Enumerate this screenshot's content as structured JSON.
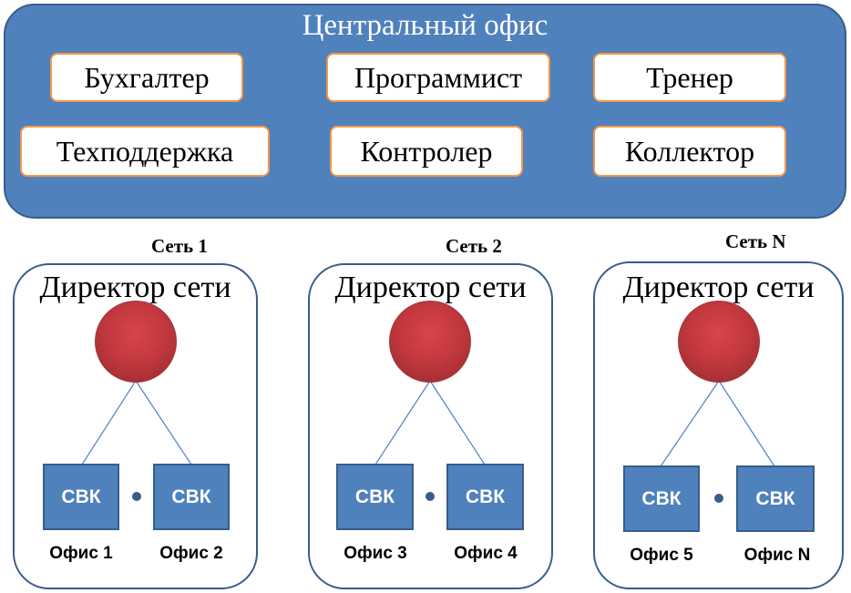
{
  "central_office": {
    "title": "Центральный офис",
    "roles": [
      "Бухгалтер",
      "Программист",
      "Тренер",
      "Техподдержка",
      "Контролер",
      "Коллектор"
    ]
  },
  "networks": [
    {
      "label": "Сеть 1",
      "title": "Директор сети",
      "nodes": [
        "СВК",
        "СВК"
      ],
      "offices": [
        "Офис 1",
        "Офис 2"
      ]
    },
    {
      "label": "Сеть 2",
      "title": "Директор сети",
      "nodes": [
        "СВК",
        "СВК"
      ],
      "offices": [
        "Офис 3",
        "Офис 4"
      ]
    },
    {
      "label": "Сеть N",
      "title": "Директор сети",
      "nodes": [
        "СВК",
        "СВК"
      ],
      "offices": [
        "Офис 5",
        "Офис N"
      ]
    }
  ],
  "colors": {
    "central_fill": "#4f81bd",
    "central_border": "#385d8a",
    "role_border": "#f79646",
    "director_fill": "#c0373d",
    "svk_fill": "#4f81bd"
  }
}
